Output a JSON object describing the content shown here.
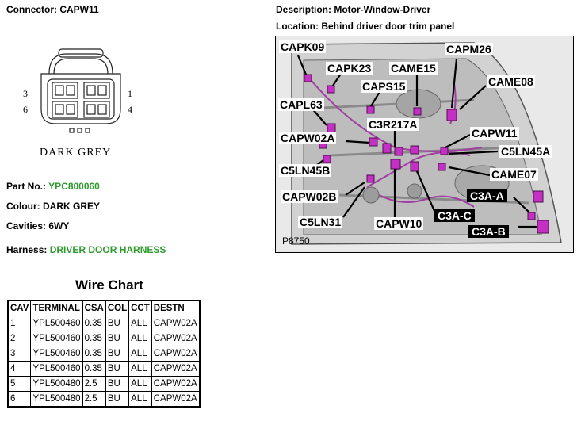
{
  "connector": {
    "label": "Connector:",
    "value": "CAPW11",
    "pin_labels": {
      "tl": "3",
      "bl": "6",
      "tr": "1",
      "br": "4"
    },
    "caption": "DARK GREY",
    "housing_color": "#555555"
  },
  "description": {
    "label": "Description:",
    "value": "Motor-Window-Driver"
  },
  "location": {
    "label": "Location:",
    "value": "Behind driver door trim panel"
  },
  "info": {
    "part_no": {
      "label": "Part No.:",
      "value": "YPC800060"
    },
    "colour": {
      "label": "Colour:",
      "value": "DARK GREY"
    },
    "cavities": {
      "label": "Cavities:",
      "value": "6WY"
    },
    "harness": {
      "label": "Harness:",
      "value": "DRIVER DOOR HARNESS"
    },
    "highlight_color": "#2e9b2e"
  },
  "diagram": {
    "figure_ref": "P8750",
    "connector_color": "#c42fc4",
    "callouts": [
      {
        "id": "capk09",
        "text": "CAPK09",
        "inverted": false
      },
      {
        "id": "capk23",
        "text": "CAPK23",
        "inverted": false
      },
      {
        "id": "came15",
        "text": "CAME15",
        "inverted": false
      },
      {
        "id": "capm26",
        "text": "CAPM26",
        "inverted": false
      },
      {
        "id": "came08",
        "text": "CAME08",
        "inverted": false
      },
      {
        "id": "caps15",
        "text": "CAPS15",
        "inverted": false
      },
      {
        "id": "capl63",
        "text": "CAPL63",
        "inverted": false
      },
      {
        "id": "c3r217a",
        "text": "C3R217A",
        "inverted": false
      },
      {
        "id": "capw11",
        "text": "CAPW11",
        "inverted": false
      },
      {
        "id": "capw02a",
        "text": "CAPW02A",
        "inverted": false
      },
      {
        "id": "c5ln45a",
        "text": "C5LN45A",
        "inverted": false
      },
      {
        "id": "c5ln45b",
        "text": "C5LN45B",
        "inverted": false
      },
      {
        "id": "came07",
        "text": "CAME07",
        "inverted": false
      },
      {
        "id": "capw02b",
        "text": "CAPW02B",
        "inverted": false
      },
      {
        "id": "c3a-a",
        "text": "C3A-A",
        "inverted": true
      },
      {
        "id": "c3a-c",
        "text": "C3A-C",
        "inverted": true
      },
      {
        "id": "c5ln31",
        "text": "C5LN31",
        "inverted": false
      },
      {
        "id": "capw10",
        "text": "CAPW10",
        "inverted": false
      },
      {
        "id": "c3a-b",
        "text": "C3A-B",
        "inverted": true
      }
    ]
  },
  "wire_chart": {
    "title": "Wire Chart",
    "headers": [
      "CAV",
      "TERMINAL",
      "CSA",
      "COL",
      "CCT",
      "DESTN"
    ],
    "rows": [
      [
        "1",
        "YPL500460",
        "0.35",
        "BU",
        "ALL",
        "CAPW02A"
      ],
      [
        "2",
        "YPL500460",
        "0.35",
        "BU",
        "ALL",
        "CAPW02A"
      ],
      [
        "3",
        "YPL500460",
        "0.35",
        "BU",
        "ALL",
        "CAPW02A"
      ],
      [
        "4",
        "YPL500460",
        "0.35",
        "BU",
        "ALL",
        "CAPW02A"
      ],
      [
        "5",
        "YPL500480",
        "2.5",
        "BU",
        "ALL",
        "CAPW02A"
      ],
      [
        "6",
        "YPL500480",
        "2.5",
        "BU",
        "ALL",
        "CAPW02A"
      ]
    ]
  }
}
